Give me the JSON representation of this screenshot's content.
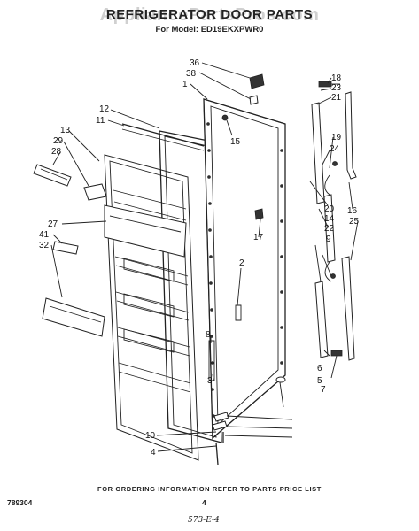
{
  "header": {
    "watermark": "AppliancePartsPros.com",
    "title": "REFRIGERATOR DOOR PARTS",
    "model": "For Model: ED19EKXPWR0"
  },
  "footer": {
    "note": "FOR ORDERING INFORMATION REFER TO PARTS PRICE LIST",
    "code": "789304",
    "page": "4",
    "handwritten": "573-E-4"
  },
  "callouts": [
    "36",
    "38",
    "1",
    "12",
    "11",
    "13",
    "29",
    "28",
    "15",
    "27",
    "41",
    "32",
    "2",
    "8",
    "3",
    "10",
    "4",
    "18",
    "23",
    "21",
    "19",
    "24",
    "20",
    "14",
    "16",
    "17",
    "25",
    "22",
    "9",
    "6",
    "5",
    "7"
  ]
}
